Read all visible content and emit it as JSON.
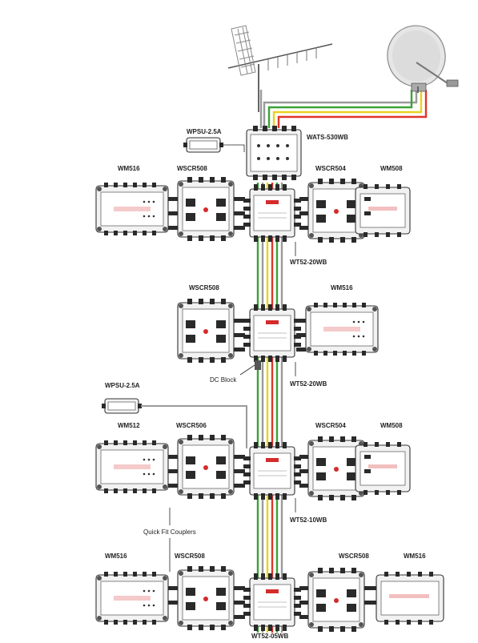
{
  "labels": {
    "wpsu_top": "WPSU-2.5A",
    "wats": "WATS-530WB",
    "row1": {
      "wm516": "WM516",
      "wscr508": "WSCR508",
      "wscr504": "WSCR504",
      "wm508": "WM508"
    },
    "wt52_20wb_1": "WT52-20WB",
    "row2": {
      "wscr508": "WSCR508",
      "wm516": "WM516"
    },
    "dc_block": "DC Block",
    "wt52_20wb_2": "WT52-20WB",
    "wpsu_mid": "WPSU-2.5A",
    "row3": {
      "wm512": "WM512",
      "wscr506": "WSCR506",
      "wscr504": "WSCR504",
      "wm508": "WM508"
    },
    "wt52_10wb": "WT52-10WB",
    "quick_fit": "Quick Fit Couplers",
    "row4": {
      "wm516_left": "WM516",
      "wscr508_left": "WSCR508",
      "wscr508_right": "WSCR508",
      "wm516_right": "WM516"
    },
    "wt52_05wb": "WT52-05WB"
  },
  "colors": {
    "cable_grey": "#9a9a9a",
    "cable_green": "#3aa335",
    "cable_yellow": "#e8d21f",
    "cable_red": "#e0352b",
    "cable_grey2": "#b0b0b0",
    "brand_red": "#d42b2b"
  },
  "icons": [
    "terrestrial-antenna-icon",
    "satellite-dish-icon"
  ]
}
